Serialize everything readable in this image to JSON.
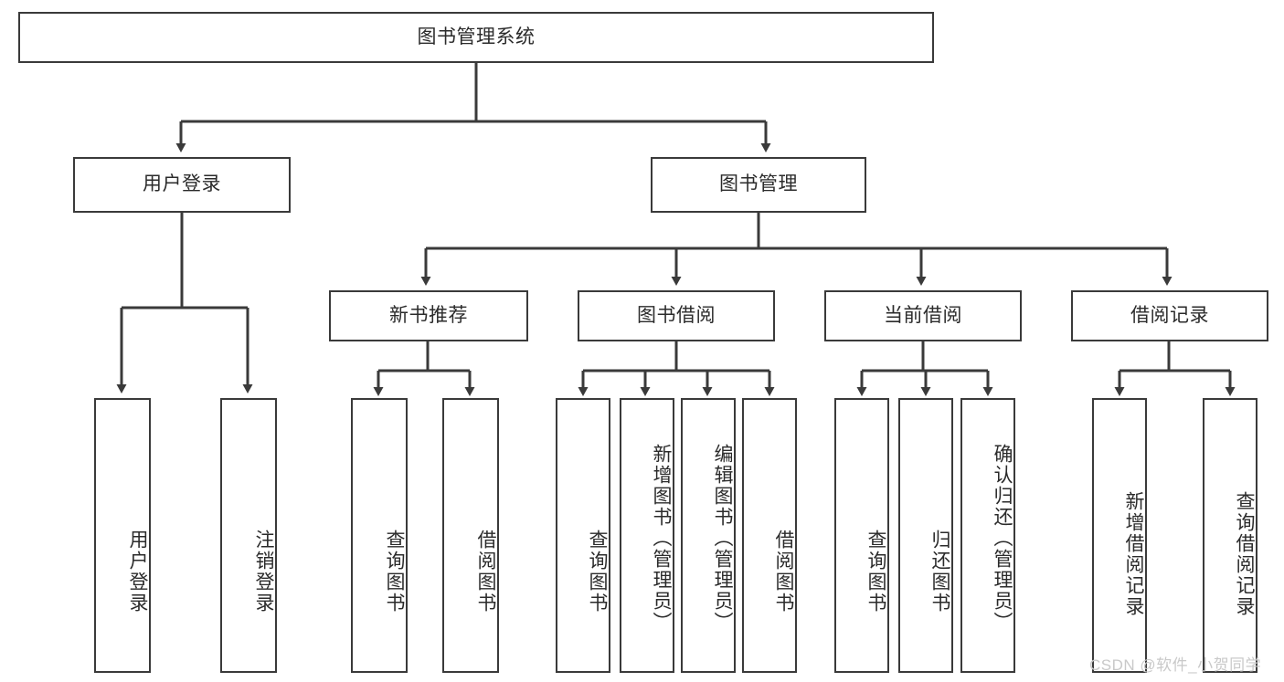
{
  "diagram": {
    "title_node": {
      "label": "图书管理系统"
    },
    "level1": [
      {
        "id": "user-login",
        "label": "用户登录"
      },
      {
        "id": "book-management",
        "label": "图书管理"
      }
    ],
    "level2": [
      {
        "id": "new-book-recommend",
        "label": "新书推荐"
      },
      {
        "id": "book-borrow",
        "label": "图书借阅"
      },
      {
        "id": "current-borrow",
        "label": "当前借阅"
      },
      {
        "id": "borrow-record",
        "label": "借阅记录"
      }
    ],
    "leaves": {
      "user_login": [
        {
          "id": "leaf-user-login",
          "label": "用户登录"
        },
        {
          "id": "leaf-logout-login",
          "label": "注销登录"
        }
      ],
      "new_book_recommend": [
        {
          "id": "leaf-query-book-1",
          "label": "查询图书"
        },
        {
          "id": "leaf-borrow-book-1",
          "label": "借阅图书"
        }
      ],
      "book_borrow": [
        {
          "id": "leaf-query-book-2",
          "label": "查询图书"
        },
        {
          "id": "leaf-add-book",
          "label": "新增图书（管理员）"
        },
        {
          "id": "leaf-edit-book",
          "label": "编辑图书（管理员）"
        },
        {
          "id": "leaf-borrow-book-2",
          "label": "借阅图书"
        }
      ],
      "current_borrow": [
        {
          "id": "leaf-query-book-3",
          "label": "查询图书"
        },
        {
          "id": "leaf-return-book",
          "label": "归还图书"
        },
        {
          "id": "leaf-confirm-return",
          "label": "确认归还（管理员）"
        }
      ],
      "borrow_record": [
        {
          "id": "leaf-add-record",
          "label": "新增借阅记录"
        },
        {
          "id": "leaf-query-record",
          "label": "查询借阅记录"
        }
      ]
    }
  },
  "watermark": {
    "text": "CSDN @软件_小贺同学"
  },
  "colors": {
    "stroke": "#3a3a3a",
    "text": "#2b2b2b",
    "background": "#ffffff",
    "watermark": "#c9c9c9"
  }
}
